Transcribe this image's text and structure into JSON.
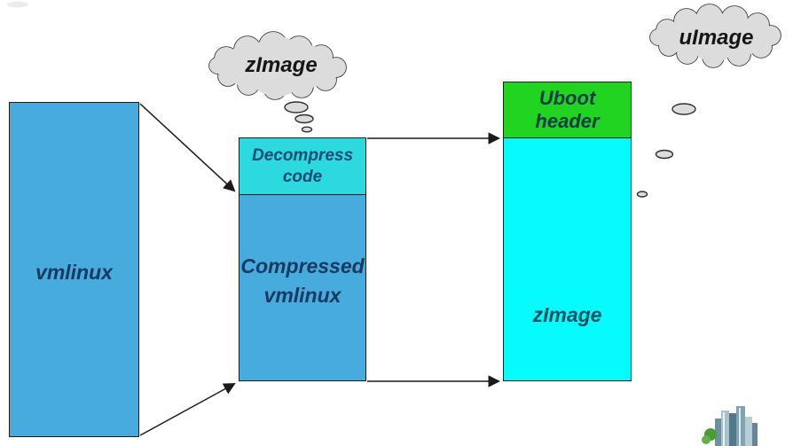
{
  "diagram": {
    "description_visible_text_only": "",
    "boxes": {
      "vmlinux": {
        "label": "vmlinux",
        "fill": "#47abdd"
      },
      "zimage_build": {
        "decompress": {
          "line1": "Decompress",
          "line2": "code",
          "fill": "#2bd9de"
        },
        "compressed": {
          "line1": "Compressed",
          "line2": "vmlinux",
          "fill": "#47abdd"
        }
      },
      "uimage_build": {
        "uboot_header": {
          "line1": "Uboot",
          "line2": "header",
          "fill": "#21d421"
        },
        "zimage": {
          "label": "zImage",
          "fill": "#06fcfc"
        }
      }
    },
    "clouds": {
      "zimage": {
        "label": "zImage"
      },
      "uimage": {
        "label": "uImage"
      }
    },
    "colors": {
      "box_blue": "#47abdd",
      "section_cyan_dark": "#2bd9de",
      "section_cyan_bright": "#06fcfc",
      "section_green": "#21d421",
      "cloud_fill": "#dcdcdc",
      "outline": "#2a2a2a",
      "arrow": "#1a1a1a",
      "label_text": "#173a60",
      "cloud_text": "#151515"
    }
  }
}
